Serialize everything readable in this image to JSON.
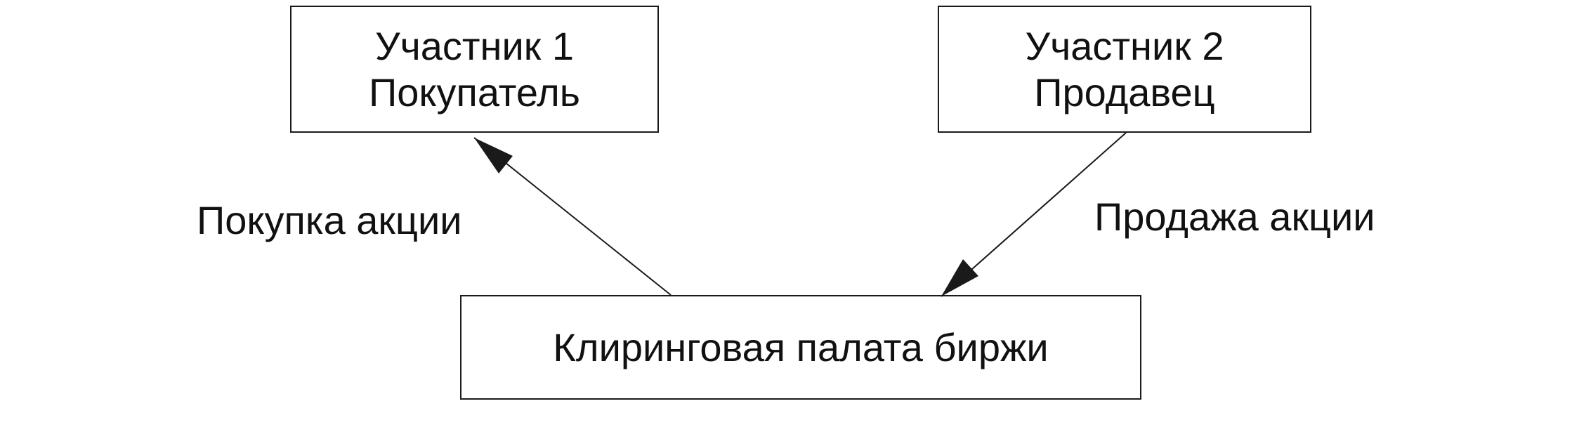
{
  "diagram": {
    "participant1": {
      "line1": "Участник 1",
      "line2": "Покупатель"
    },
    "participant2": {
      "line1": "Участник 2",
      "line2": "Продавец"
    },
    "clearing_house": {
      "label": "Клиринговая палата биржи"
    },
    "edges": {
      "buy_label": "Покупка акции",
      "sell_label": "Продажа акции"
    },
    "colors": {
      "line": "#1a1a1a",
      "background": "#ffffff"
    }
  }
}
